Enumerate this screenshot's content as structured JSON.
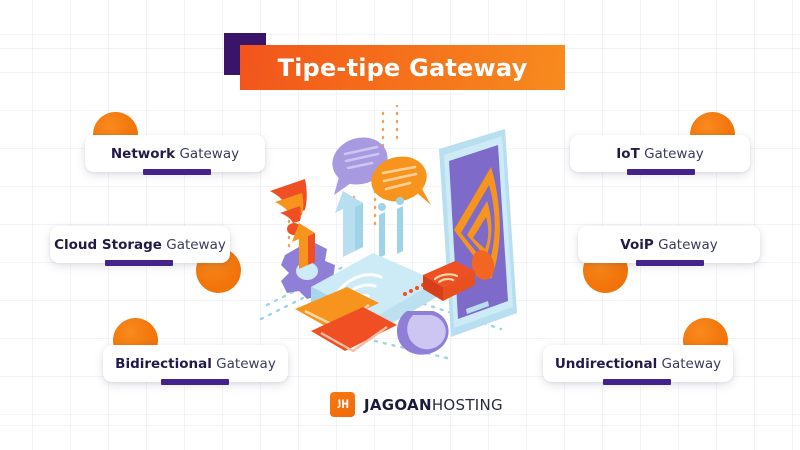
{
  "header": {
    "title": "Tipe-tipe Gateway"
  },
  "labels": [
    {
      "id": "network",
      "strong": "Network",
      "rest": " Gateway"
    },
    {
      "id": "cloud-storage",
      "strong": "Cloud Storage",
      "rest": " Gateway"
    },
    {
      "id": "bidirectional",
      "strong": "Bidirectional",
      "rest": " Gateway"
    },
    {
      "id": "iot",
      "strong": "IoT",
      "rest": " Gateway"
    },
    {
      "id": "voip",
      "strong": "VoiP",
      "rest": " Gateway"
    },
    {
      "id": "undirectional",
      "strong": "Undirectional",
      "rest": " Gateway"
    }
  ],
  "logo": {
    "mark": "jh-monogram-icon",
    "name_bold": "JAGOAN",
    "name_light": "HOSTING"
  },
  "illustration": {
    "name": "iot-gateway-isometric-illustration",
    "elements": [
      "tablet-screen-wifi-icon",
      "router-device-icon",
      "wifi-signal-icon",
      "chat-bubble-purple-icon",
      "chat-bubble-orange-icon",
      "upload-arrow-icon",
      "gear-icon",
      "envelope-orange-icon",
      "envelope-red-icon",
      "smartwatch-icon",
      "dotted-connection-lines"
    ]
  },
  "colors": {
    "orange": "#f2760c",
    "orange_deep": "#f2541c",
    "purple_dark": "#3a1469",
    "purple_bar": "#43228c",
    "navy_text": "#241a47",
    "body_text": "#3b3b5c",
    "white": "#ffffff"
  }
}
